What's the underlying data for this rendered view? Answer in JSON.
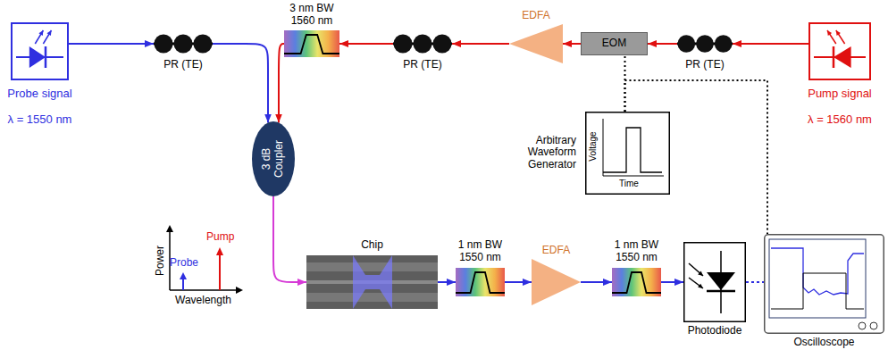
{
  "diagram": {
    "nodes": [
      {
        "text": [
          "Probe signal",
          "λ = 1550 nm"
        ]
      },
      {
        "text": [
          "PR (TE)"
        ]
      },
      {
        "text": [
          "3 nm BW 1560 nm"
        ]
      },
      {
        "text": [
          "PR (TE)"
        ]
      },
      {
        "text": [
          "EDFA"
        ]
      },
      {
        "text": [
          "EOM"
        ]
      },
      {
        "text": [
          "PR (TE)"
        ]
      },
      {
        "text": [
          "Pump signal",
          "λ = 1560 nm"
        ]
      },
      {
        "text": [
          "3 dB Coupler"
        ]
      },
      {
        "text": [
          "Arbitrary Waveform Generator"
        ]
      },
      {
        "text": [
          "Chip"
        ]
      },
      {
        "text": [
          "1 nm BW 1550 nm"
        ]
      },
      {
        "text": [
          "EDFA"
        ]
      },
      {
        "text": [
          "1 nm BW 1550 nm"
        ]
      },
      {
        "text": [
          "Photodiode"
        ]
      },
      {
        "text": [
          "Oscilloscope"
        ]
      }
    ],
    "edges": [
      {
        "from": 0,
        "to": 1,
        "arrow": "to"
      },
      {
        "from": 1,
        "to": 8,
        "arrow": "to"
      },
      {
        "from": 7,
        "to": 6,
        "arrow": "to"
      },
      {
        "from": 6,
        "to": 5,
        "arrow": "to"
      },
      {
        "from": 5,
        "to": 4,
        "arrow": "to"
      },
      {
        "from": 4,
        "to": 3,
        "arrow": "to"
      },
      {
        "from": 3,
        "to": 2,
        "arrow": "to"
      },
      {
        "from": 2,
        "to": 8,
        "arrow": "to"
      },
      {
        "from": 8,
        "to": 10,
        "arrow": "to"
      },
      {
        "from": 10,
        "to": 11,
        "arrow": "to"
      },
      {
        "from": 11,
        "to": 12,
        "arrow": "to"
      },
      {
        "from": 12,
        "to": 13,
        "arrow": "to"
      },
      {
        "from": 13,
        "to": 14,
        "arrow": "to"
      },
      {
        "from": 14,
        "to": 15,
        "arrow": "none"
      },
      {
        "from": 9,
        "to": 5,
        "arrow": "none"
      },
      {
        "from": 9,
        "to": 15,
        "arrow": "none"
      }
    ],
    "labels": [
      "Pump",
      "Probe",
      "Power",
      "Wavelength",
      "Voltage",
      "Time"
    ]
  }
}
